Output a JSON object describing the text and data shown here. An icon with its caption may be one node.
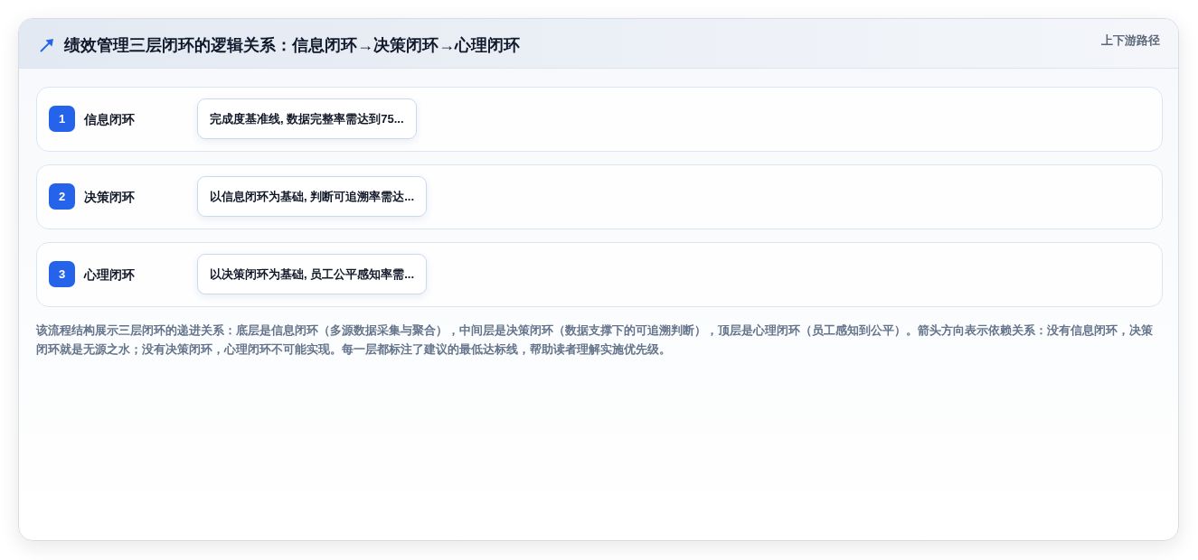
{
  "diagram": {
    "title": "绩效管理三层闭环的逻辑关系：信息闭环→决策闭环→心理闭环",
    "nodes": [
      {
        "text": [
          "信息闭环"
        ]
      },
      {
        "text": [
          "1"
        ],
        "in": 0
      },
      {
        "text": [
          "完成度基准线, 数据完整率需达到75..."
        ],
        "in": 0
      },
      {
        "text": [
          "决策闭环"
        ]
      },
      {
        "text": [
          "2"
        ],
        "in": 3
      },
      {
        "text": [
          "以信息闭环为基础, 判断可追溯率需达..."
        ],
        "in": 3
      },
      {
        "text": [
          "心理闭环"
        ]
      },
      {
        "text": [
          "3"
        ],
        "in": 6
      },
      {
        "text": [
          "以决策闭环为基础, 员工公平感知率需..."
        ],
        "in": 6
      }
    ],
    "labels": [
      "上下游路径"
    ],
    "caption": "该流程结构展示三层闭环的递进关系：底层是信息闭环（多源数据采集与聚合），中间层是决策闭环（数据支撑下的可追溯判断），顶层是心理闭环（员工感知到公平）。箭头方向表示依赖关系：没有信息闭环，决策闭环就是无源之水；没有决策闭环，心理闭环不可能实现。每一层都标注了建议的最低达标线，帮助读者理解实施优先级。"
  }
}
